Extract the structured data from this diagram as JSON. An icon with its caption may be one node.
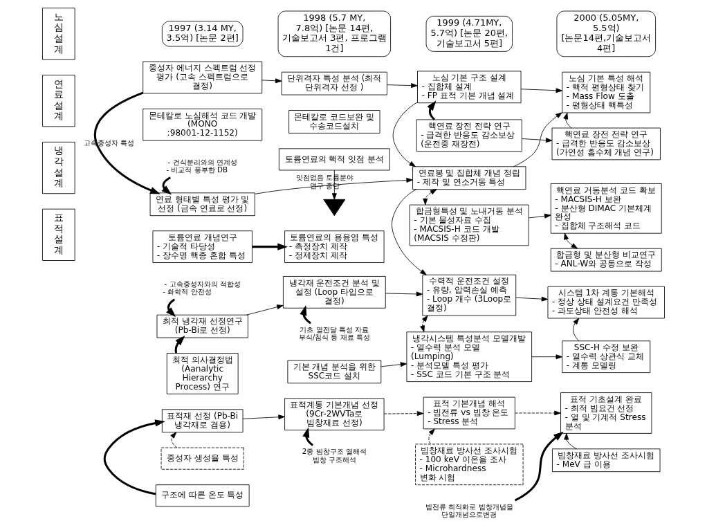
{
  "diagram": {
    "nodes": [
      {
        "text": [
          "1997 (3.14 MY, 3.5억) [논문 2편]"
        ]
      },
      {
        "text": [
          "1998 (5.7 MY, 7.8억) [논문 14편, 기술보고서 3편, 프로그램 1건]"
        ]
      },
      {
        "text": [
          "1999 (4.71MY, 5.7억) [논문 20편, 기술보고서 5편]"
        ]
      },
      {
        "text": [
          "2000 (5.05MY, 5.5억) [논문14편,기술보고서 4편]"
        ]
      },
      {
        "text": [
          "노심설계"
        ]
      },
      {
        "text": [
          "연료설계"
        ]
      },
      {
        "text": [
          "냉각설계"
        ]
      },
      {
        "text": [
          "표적설계"
        ]
      },
      {
        "text": [
          "중성자 에너지 스펙트럼 선정 평가 (고속 스펙트럼으로 결정)"
        ]
      },
      {
        "text": [
          "몬테칼로 노심해석 코드 개발 (MONO :98001-12-1152)"
        ]
      },
      {
        "text": [
          "단위격자 특성 분석 (최적 단위격자 선정 )"
        ]
      },
      {
        "text": [
          "몬테칼로 코드보완 및 수송코드설치"
        ]
      },
      {
        "text": [
          "토륨연료의 핵적 잇점 분석"
        ]
      },
      {
        "text": [
          "노심 기본 구조 설계",
          "- 집합체 설계",
          "- FP 표적 기본 개념 설계"
        ]
      },
      {
        "text": [
          "핵연료 장전 전략 연구",
          "- 급격한 반응도 감소보상 (운전중 재장전)"
        ]
      },
      {
        "text": [
          "노심 기본 특성 해석",
          "- 핵적 평형상태 찾기",
          "- Mass Flow 도출",
          "- 평형상태 핵특성"
        ]
      },
      {
        "text": [
          "핵연료 장전 전략 연구",
          "- 급격한 반응도 감소보상 (가연성 흡수체 개념 연구)"
        ]
      },
      {
        "text": [
          "연료 형태별 특성 평가 및 선정 (금속 연료로 선정)"
        ]
      },
      {
        "text": [
          "토륨연료 개념연구",
          "- 기술적 타당성",
          "- 장수명 핵종 혼합 특성"
        ]
      },
      {
        "text": [
          "토륨연료의 용융염 특성",
          "- 측정장치 제작",
          "- 정제장치 제작"
        ]
      },
      {
        "text": [
          "연료봉 및 집합체 개념 정립",
          "- 제작 및 연소거동 특성"
        ]
      },
      {
        "text": [
          "합금형특성 및 노내거동 분석",
          "- 기본 물성자료 수집",
          "- MACSIS-H 코드 개발 (MACSIS 수정판)"
        ]
      },
      {
        "text": [
          "핵연료 거동분석 코드 확보",
          "- MACSIS-H 보완",
          "- 분산형 DIMAC 기본체계 완성",
          "- 집합체 구조해석 코드"
        ]
      },
      {
        "text": [
          "합금형 및 분산형 비교연구",
          "- ANL-W와 공동으로 작성"
        ]
      },
      {
        "text": [],
        "shape": "triangle"
      },
      {
        "text": [
          "최적 냉각재 선정연구 (Pb-Bi로 선정)"
        ]
      },
      {
        "text": [
          "최적 의사결정법 (Aanalytic Hierarchy Process) 연구"
        ]
      },
      {
        "text": [
          "냉각재 운전조건 분석 및 설정 (Loop 타입으로 결정)"
        ]
      },
      {
        "text": [
          "기본 개념 분석을 위한 SSC코드 설치"
        ]
      },
      {
        "text": [
          "수력적 운전조건 설정",
          "- 유량, 압력손실 예측",
          "- Loop 개수 (3Loop로 결정)"
        ]
      },
      {
        "text": [
          "냉각시스템 특성분석 모델개발",
          "- 열수력 분석 모델 (Lumping)",
          "- 분석모델 특성 평가",
          "- SSC 코드 기본 구조 분석"
        ]
      },
      {
        "text": [
          "시스템 1차 계통 기본해석",
          "- 정상 상태 설계요건 만족성",
          "- 과도상태 안전성 해석"
        ]
      },
      {
        "text": [
          "SSC-H 수정 보완",
          "- 열수력 상관식 교체",
          "- 계통 모델링"
        ]
      },
      {
        "text": [
          "표적재 선정 (Pb-Bi 냉각재로 겸용)"
        ]
      },
      {
        "text": [
          "중성자 생성율 특성"
        ]
      },
      {
        "text": [
          "구조에 따른 온도 특성"
        ]
      },
      {
        "text": [
          "표적계통 기본개념 선정 (9Cr-2WVTa로 빔창재료 선정)"
        ]
      },
      {
        "text": [
          "표적 기본개념 해석",
          "- 빔전류 vs 빔창 온도",
          "- Stress 분석"
        ]
      },
      {
        "text": [
          "빔창재료 방사선 조사시험",
          "- 100 keV 이온을 조사",
          "- Microhardness 변화 시험"
        ]
      },
      {
        "text": [
          "표적 기초설계 완료",
          "- 최적 빔요건 선정",
          "- 열 및 기계적 Stress 분석"
        ]
      },
      {
        "text": [
          "빔창재료 방사선 조사시험",
          "- MeV 급 이용"
        ]
      },
      {
        "text": [
          "- 건식분리와의 연계성",
          "- 비교적 풍부한 DB"
        ]
      },
      {
        "text": [
          "- 고속중성자와의 적합성",
          "- 화학적 안전성"
        ]
      },
      {
        "text": [
          "기초 열전달 특성 자료",
          "부식/침식 등 재료 특성"
        ]
      },
      {
        "text": [
          "2중 빔창구조 열해석",
          "빔창 구조해석"
        ]
      },
      {
        "text": [
          "빔전류 최적화로 빔창개념을 단일개념으로변경"
        ]
      }
    ],
    "edges": [
      {
        "from": 8,
        "to": 10,
        "arrow": "to"
      },
      {
        "from": 8,
        "to": 17,
        "arrow": "to",
        "label": "고속중성자 특성",
        "style": "thick"
      },
      {
        "from": 10,
        "to": 13,
        "arrow": "to"
      },
      {
        "from": 13,
        "to": 15,
        "arrow": "to"
      },
      {
        "from": 20,
        "to": 15,
        "arrow": "to"
      },
      {
        "from": 14,
        "to": 13,
        "arrow": "to",
        "style": "thick"
      },
      {
        "from": 14,
        "to": 16,
        "arrow": "to"
      },
      {
        "from": 16,
        "to": 15,
        "arrow": "to"
      },
      {
        "from": 13,
        "to": 20,
        "arrow": "to"
      },
      {
        "from": 17,
        "to": 20,
        "arrow": "to"
      },
      {
        "from": 12,
        "to": 24,
        "arrow": "to",
        "label": "잇점없음 토륨분야 연구 중단"
      },
      {
        "from": 20,
        "to": 21,
        "arrow": "both",
        "style": "dashed"
      },
      {
        "from": 20,
        "to": 29,
        "arrow": "to"
      },
      {
        "from": 21,
        "to": 22,
        "arrow": "to"
      },
      {
        "from": 22,
        "to": 23,
        "arrow": "both"
      },
      {
        "from": 18,
        "to": 19,
        "arrow": "to",
        "style": "thick"
      },
      {
        "from": 41,
        "to": 17,
        "arrow": "to",
        "style": "thick"
      },
      {
        "from": 42,
        "to": 25,
        "arrow": "to",
        "style": "thick"
      },
      {
        "from": 25,
        "to": 27,
        "arrow": "to"
      },
      {
        "from": 26,
        "to": 25,
        "arrow": "to",
        "style": "thick"
      },
      {
        "from": 43,
        "to": 27,
        "arrow": "to",
        "style": "thick"
      },
      {
        "from": 27,
        "to": 29,
        "arrow": "to"
      },
      {
        "from": 29,
        "to": 31,
        "arrow": "to"
      },
      {
        "from": 29,
        "to": 30,
        "arrow": "both",
        "style": "dashed"
      },
      {
        "from": 28,
        "to": 30,
        "arrow": "to"
      },
      {
        "from": 30,
        "to": 32,
        "arrow": "to"
      },
      {
        "from": 32,
        "to": 31,
        "arrow": "to"
      },
      {
        "from": 33,
        "to": 36,
        "arrow": "to"
      },
      {
        "from": 34,
        "to": 33,
        "arrow": "to",
        "style": "dashed"
      },
      {
        "from": 35,
        "to": 33,
        "arrow": "to",
        "style": "thick"
      },
      {
        "from": 44,
        "to": 36,
        "arrow": "to",
        "style": "thick"
      },
      {
        "from": 36,
        "to": 37,
        "arrow": "to",
        "style": "dashed"
      },
      {
        "from": 38,
        "to": 37,
        "arrow": "to",
        "style": "dashed"
      },
      {
        "from": 37,
        "to": 39,
        "arrow": "to",
        "style": "dashed"
      },
      {
        "from": 45,
        "to": 39,
        "arrow": "to",
        "style": "thick"
      },
      {
        "from": 40,
        "to": 39,
        "arrow": "to"
      }
    ]
  }
}
